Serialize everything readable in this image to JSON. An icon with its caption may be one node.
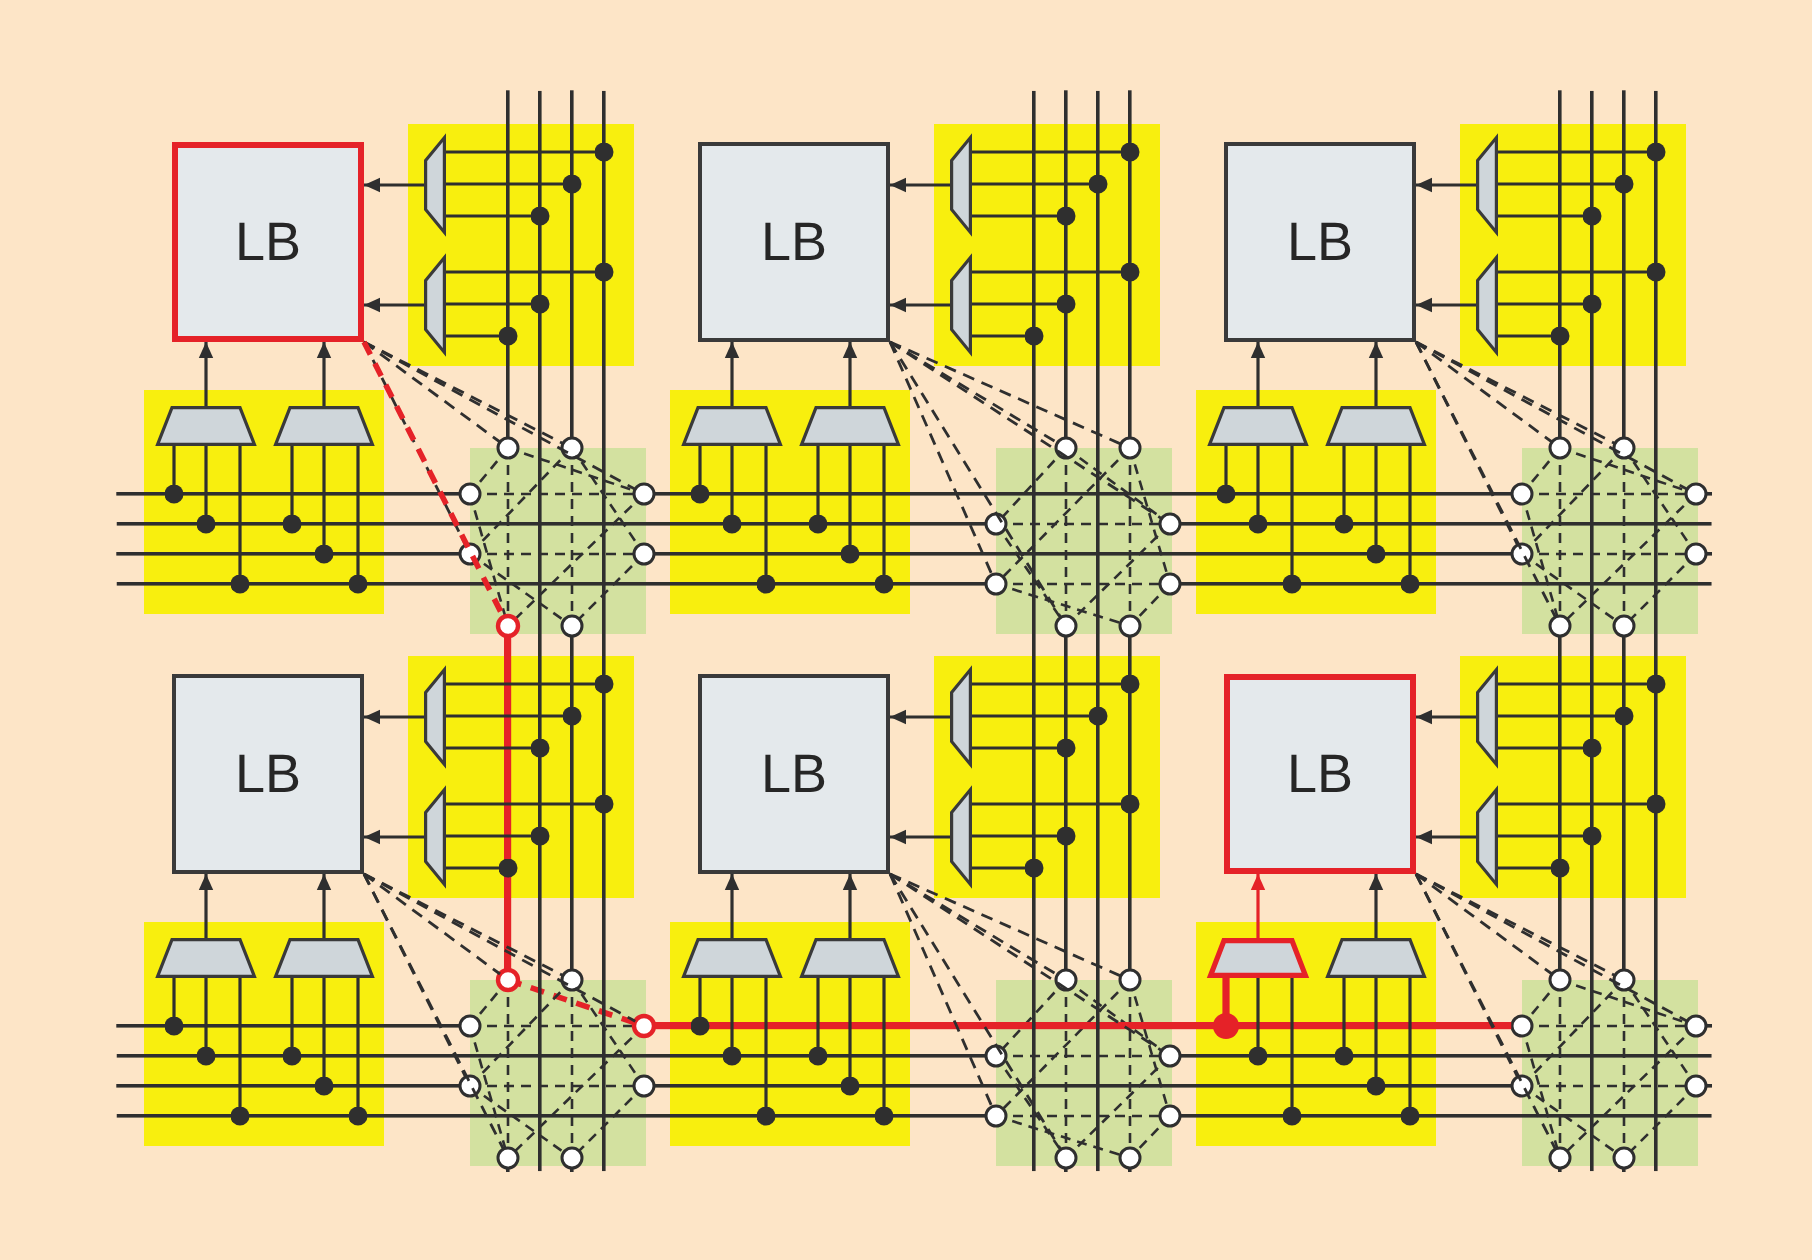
{
  "diagram": {
    "nodes": [
      {
        "text": [
          "LB"
        ]
      },
      {
        "text": [],
        "shape": "trapezoid"
      },
      {
        "text": [],
        "shape": "trapezoid"
      },
      {
        "text": [],
        "shape": "trapezoid"
      },
      {
        "text": [],
        "shape": "trapezoid"
      },
      {
        "text": [
          "LB"
        ]
      },
      {
        "text": [],
        "shape": "trapezoid"
      },
      {
        "text": [],
        "shape": "trapezoid"
      },
      {
        "text": [],
        "shape": "trapezoid"
      },
      {
        "text": [],
        "shape": "trapezoid"
      },
      {
        "text": [
          "LB"
        ]
      },
      {
        "text": [],
        "shape": "trapezoid"
      },
      {
        "text": [],
        "shape": "trapezoid"
      },
      {
        "text": [],
        "shape": "trapezoid"
      },
      {
        "text": [],
        "shape": "trapezoid"
      },
      {
        "text": [
          "LB"
        ]
      },
      {
        "text": [],
        "shape": "trapezoid"
      },
      {
        "text": [],
        "shape": "trapezoid"
      },
      {
        "text": [],
        "shape": "trapezoid"
      },
      {
        "text": [],
        "shape": "trapezoid"
      },
      {
        "text": [
          "LB"
        ]
      },
      {
        "text": [],
        "shape": "trapezoid"
      },
      {
        "text": [],
        "shape": "trapezoid"
      },
      {
        "text": [],
        "shape": "trapezoid"
      },
      {
        "text": [],
        "shape": "trapezoid"
      },
      {
        "text": [
          "LB"
        ]
      },
      {
        "text": [],
        "shape": "trapezoid"
      },
      {
        "text": [],
        "shape": "trapezoid"
      },
      {
        "text": [],
        "shape": "trapezoid"
      },
      {
        "text": [],
        "shape": "trapezoid"
      },
      {
        "text": [],
        "shape": "box"
      },
      {
        "text": [],
        "shape": "box"
      },
      {
        "text": [],
        "shape": "box"
      },
      {
        "text": [],
        "shape": "box"
      },
      {
        "text": [],
        "shape": "box"
      },
      {
        "text": [],
        "shape": "box"
      },
      {
        "text": [],
        "shape": "bar"
      },
      {
        "text": [],
        "shape": "bar"
      },
      {
        "text": [],
        "shape": "bar"
      },
      {
        "text": [],
        "shape": "bar"
      },
      {
        "text": [],
        "shape": "bar"
      },
      {
        "text": [],
        "shape": "bar"
      },
      {
        "text": [],
        "shape": "bar"
      },
      {
        "text": [],
        "shape": "bar"
      },
      {
        "text": [],
        "shape": "bar"
      },
      {
        "text": [],
        "shape": "bar"
      },
      {
        "text": [],
        "shape": "bar"
      },
      {
        "text": [],
        "shape": "bar"
      },
      {
        "text": [],
        "shape": "bar"
      },
      {
        "text": [],
        "shape": "bar"
      },
      {
        "text": [],
        "shape": "bar"
      },
      {
        "text": [],
        "shape": "bar"
      },
      {
        "text": [],
        "shape": "bar"
      },
      {
        "text": [],
        "shape": "bar"
      },
      {
        "text": [],
        "shape": "bar"
      },
      {
        "text": [],
        "shape": "bar"
      },
      {
        "text": [],
        "shape": "bar"
      },
      {
        "text": [],
        "shape": "bar"
      },
      {
        "text": [],
        "shape": "bar"
      },
      {
        "text": [],
        "shape": "bar"
      },
      {
        "text": [],
        "shape": "bar"
      },
      {
        "text": [],
        "shape": "bar"
      },
      {
        "text": [],
        "shape": "bar"
      },
      {
        "text": [],
        "shape": "bar"
      },
      {
        "text": [],
        "shape": "bar"
      },
      {
        "text": [],
        "shape": "bar"
      },
      {
        "text": [],
        "shape": "bar"
      },
      {
        "text": [],
        "shape": "bar"
      },
      {
        "text": [],
        "shape": "bar"
      },
      {
        "text": [],
        "shape": "bar"
      },
      {
        "text": [],
        "shape": "bar"
      },
      {
        "text": [],
        "shape": "bar"
      },
      {
        "text": [],
        "shape": "bar"
      },
      {
        "text": [],
        "shape": "bar"
      },
      {
        "text": [],
        "shape": "bar"
      },
      {
        "text": [],
        "shape": "bar"
      },
      {
        "text": [],
        "shape": "bar"
      },
      {
        "text": [],
        "shape": "bar"
      },
      {
        "text": [],
        "shape": "bar"
      },
      {
        "text": [],
        "shape": "bar"
      }
    ],
    "edges": [
      {
        "from": 1,
        "to": 0,
        "arrow": "to"
      },
      {
        "from": 2,
        "to": 0,
        "arrow": "to"
      },
      {
        "from": 3,
        "to": 0,
        "arrow": "to"
      },
      {
        "from": 4,
        "to": 0,
        "arrow": "to"
      },
      {
        "from": 63,
        "to": 1,
        "arrow": "other"
      },
      {
        "from": 60,
        "to": 1,
        "arrow": "other"
      },
      {
        "from": 59,
        "to": 1,
        "arrow": "other"
      },
      {
        "from": 63,
        "to": 2,
        "arrow": "other"
      },
      {
        "from": 59,
        "to": 2,
        "arrow": "other"
      },
      {
        "from": 56,
        "to": 2,
        "arrow": "other"
      },
      {
        "from": 36,
        "to": 3,
        "arrow": "other"
      },
      {
        "from": 39,
        "to": 3,
        "arrow": "other"
      },
      {
        "from": 44,
        "to": 3,
        "arrow": "other"
      },
      {
        "from": 39,
        "to": 4,
        "arrow": "other"
      },
      {
        "from": 41,
        "to": 4,
        "arrow": "other"
      },
      {
        "from": 44,
        "to": 4,
        "arrow": "other"
      },
      {
        "from": 0,
        "to": 30,
        "arrow": "none",
        "style": "dashed"
      },
      {
        "from": 0,
        "to": 30,
        "arrow": "none",
        "style": "dashed"
      },
      {
        "from": 0,
        "to": 30,
        "arrow": "none",
        "style": "dashed"
      },
      {
        "from": 0,
        "to": 30,
        "arrow": "none",
        "style": "dashed"
      },
      {
        "from": 0,
        "to": 30,
        "arrow": "none",
        "style": "dashed",
        "color": "#e52228"
      },
      {
        "from": 6,
        "to": 5,
        "arrow": "to"
      },
      {
        "from": 7,
        "to": 5,
        "arrow": "to"
      },
      {
        "from": 8,
        "to": 5,
        "arrow": "to"
      },
      {
        "from": 9,
        "to": 5,
        "arrow": "to"
      },
      {
        "from": 69,
        "to": 6,
        "arrow": "other"
      },
      {
        "from": 68,
        "to": 6,
        "arrow": "other"
      },
      {
        "from": 65,
        "to": 6,
        "arrow": "other"
      },
      {
        "from": 69,
        "to": 7,
        "arrow": "other"
      },
      {
        "from": 65,
        "to": 7,
        "arrow": "other"
      },
      {
        "from": 64,
        "to": 7,
        "arrow": "other"
      },
      {
        "from": 37,
        "to": 8,
        "arrow": "other"
      },
      {
        "from": 39,
        "to": 8,
        "arrow": "other"
      },
      {
        "from": 44,
        "to": 8,
        "arrow": "other"
      },
      {
        "from": 39,
        "to": 9,
        "arrow": "other"
      },
      {
        "from": 42,
        "to": 9,
        "arrow": "other"
      },
      {
        "from": 44,
        "to": 9,
        "arrow": "other"
      },
      {
        "from": 5,
        "to": 31,
        "arrow": "none",
        "style": "dashed"
      },
      {
        "from": 5,
        "to": 31,
        "arrow": "none",
        "style": "dashed"
      },
      {
        "from": 5,
        "to": 31,
        "arrow": "none",
        "style": "dashed"
      },
      {
        "from": 5,
        "to": 31,
        "arrow": "none",
        "style": "dashed"
      },
      {
        "from": 5,
        "to": 31,
        "arrow": "none",
        "style": "dashed"
      },
      {
        "from": 11,
        "to": 10,
        "arrow": "to"
      },
      {
        "from": 12,
        "to": 10,
        "arrow": "to"
      },
      {
        "from": 13,
        "to": 10,
        "arrow": "to"
      },
      {
        "from": 14,
        "to": 10,
        "arrow": "to"
      },
      {
        "from": 79,
        "to": 11,
        "arrow": "other"
      },
      {
        "from": 76,
        "to": 11,
        "arrow": "other"
      },
      {
        "from": 75,
        "to": 11,
        "arrow": "other"
      },
      {
        "from": 79,
        "to": 12,
        "arrow": "other"
      },
      {
        "from": 75,
        "to": 12,
        "arrow": "other"
      },
      {
        "from": 72,
        "to": 12,
        "arrow": "other"
      },
      {
        "from": 37,
        "to": 13,
        "arrow": "other"
      },
      {
        "from": 40,
        "to": 13,
        "arrow": "other"
      },
      {
        "from": 45,
        "to": 13,
        "arrow": "other"
      },
      {
        "from": 40,
        "to": 14,
        "arrow": "other"
      },
      {
        "from": 42,
        "to": 14,
        "arrow": "other"
      },
      {
        "from": 45,
        "to": 14,
        "arrow": "other"
      },
      {
        "from": 10,
        "to": 32,
        "arrow": "none",
        "style": "dashed"
      },
      {
        "from": 10,
        "to": 32,
        "arrow": "none",
        "style": "dashed"
      },
      {
        "from": 10,
        "to": 32,
        "arrow": "none",
        "style": "dashed"
      },
      {
        "from": 10,
        "to": 32,
        "arrow": "none",
        "style": "dashed"
      },
      {
        "from": 10,
        "to": 32,
        "arrow": "none",
        "style": "dashed"
      },
      {
        "from": 16,
        "to": 15,
        "arrow": "to"
      },
      {
        "from": 17,
        "to": 15,
        "arrow": "to"
      },
      {
        "from": 18,
        "to": 15,
        "arrow": "to"
      },
      {
        "from": 19,
        "to": 15,
        "arrow": "to"
      },
      {
        "from": 63,
        "to": 16,
        "arrow": "other"
      },
      {
        "from": 61,
        "to": 16,
        "arrow": "other"
      },
      {
        "from": 59,
        "to": 16,
        "arrow": "other"
      },
      {
        "from": 63,
        "to": 17,
        "arrow": "other"
      },
      {
        "from": 59,
        "to": 17,
        "arrow": "other"
      },
      {
        "from": 57,
        "to": 17,
        "arrow": "other"
      },
      {
        "from": 46,
        "to": 18,
        "arrow": "other"
      },
      {
        "from": 49,
        "to": 18,
        "arrow": "other"
      },
      {
        "from": 54,
        "to": 18,
        "arrow": "other"
      },
      {
        "from": 49,
        "to": 19,
        "arrow": "other"
      },
      {
        "from": 51,
        "to": 19,
        "arrow": "other"
      },
      {
        "from": 54,
        "to": 19,
        "arrow": "other"
      },
      {
        "from": 15,
        "to": 33,
        "arrow": "none",
        "style": "dashed"
      },
      {
        "from": 15,
        "to": 33,
        "arrow": "none",
        "style": "dashed"
      },
      {
        "from": 15,
        "to": 33,
        "arrow": "none",
        "style": "dashed"
      },
      {
        "from": 15,
        "to": 33,
        "arrow": "none",
        "style": "dashed"
      },
      {
        "from": 15,
        "to": 33,
        "arrow": "none",
        "style": "dashed"
      },
      {
        "from": 21,
        "to": 20,
        "arrow": "to"
      },
      {
        "from": 22,
        "to": 20,
        "arrow": "to"
      },
      {
        "from": 23,
        "to": 20,
        "arrow": "to"
      },
      {
        "from": 24,
        "to": 20,
        "arrow": "to"
      },
      {
        "from": 70,
        "to": 21,
        "arrow": "other"
      },
      {
        "from": 68,
        "to": 21,
        "arrow": "other"
      },
      {
        "from": 66,
        "to": 21,
        "arrow": "other"
      },
      {
        "from": 70,
        "to": 22,
        "arrow": "other"
      },
      {
        "from": 66,
        "to": 22,
        "arrow": "other"
      },
      {
        "from": 64,
        "to": 22,
        "arrow": "other"
      },
      {
        "from": 47,
        "to": 23,
        "arrow": "other"
      },
      {
        "from": 49,
        "to": 23,
        "arrow": "other"
      },
      {
        "from": 54,
        "to": 23,
        "arrow": "other"
      },
      {
        "from": 49,
        "to": 24,
        "arrow": "other"
      },
      {
        "from": 52,
        "to": 24,
        "arrow": "other"
      },
      {
        "from": 54,
        "to": 24,
        "arrow": "other"
      },
      {
        "from": 20,
        "to": 34,
        "arrow": "none",
        "style": "dashed"
      },
      {
        "from": 20,
        "to": 34,
        "arrow": "none",
        "style": "dashed"
      },
      {
        "from": 20,
        "to": 34,
        "arrow": "none",
        "style": "dashed"
      },
      {
        "from": 20,
        "to": 34,
        "arrow": "none",
        "style": "dashed"
      },
      {
        "from": 20,
        "to": 34,
        "arrow": "none",
        "style": "dashed"
      },
      {
        "from": 26,
        "to": 25,
        "arrow": "to"
      },
      {
        "from": 27,
        "to": 25,
        "arrow": "to"
      },
      {
        "from": 28,
        "to": 25,
        "arrow": "to",
        "color": "#e52228"
      },
      {
        "from": 29,
        "to": 25,
        "arrow": "to"
      },
      {
        "from": 79,
        "to": 26,
        "arrow": "other"
      },
      {
        "from": 77,
        "to": 26,
        "arrow": "other"
      },
      {
        "from": 75,
        "to": 26,
        "arrow": "other"
      },
      {
        "from": 79,
        "to": 27,
        "arrow": "other"
      },
      {
        "from": 75,
        "to": 27,
        "arrow": "other"
      },
      {
        "from": 73,
        "to": 27,
        "arrow": "other"
      },
      {
        "from": 47,
        "to": 28,
        "arrow": "other",
        "style": "thick",
        "color": "#e52228"
      },
      {
        "from": 50,
        "to": 28,
        "arrow": "other"
      },
      {
        "from": 55,
        "to": 28,
        "arrow": "other"
      },
      {
        "from": 50,
        "to": 29,
        "arrow": "other"
      },
      {
        "from": 52,
        "to": 29,
        "arrow": "other"
      },
      {
        "from": 55,
        "to": 29,
        "arrow": "other"
      },
      {
        "from": 25,
        "to": 35,
        "arrow": "none",
        "style": "dashed"
      },
      {
        "from": 25,
        "to": 35,
        "arrow": "none",
        "style": "dashed"
      },
      {
        "from": 25,
        "to": 35,
        "arrow": "none",
        "style": "dashed"
      },
      {
        "from": 25,
        "to": 35,
        "arrow": "none",
        "style": "dashed"
      },
      {
        "from": 25,
        "to": 35,
        "arrow": "none",
        "style": "dashed"
      }
    ]
  }
}
